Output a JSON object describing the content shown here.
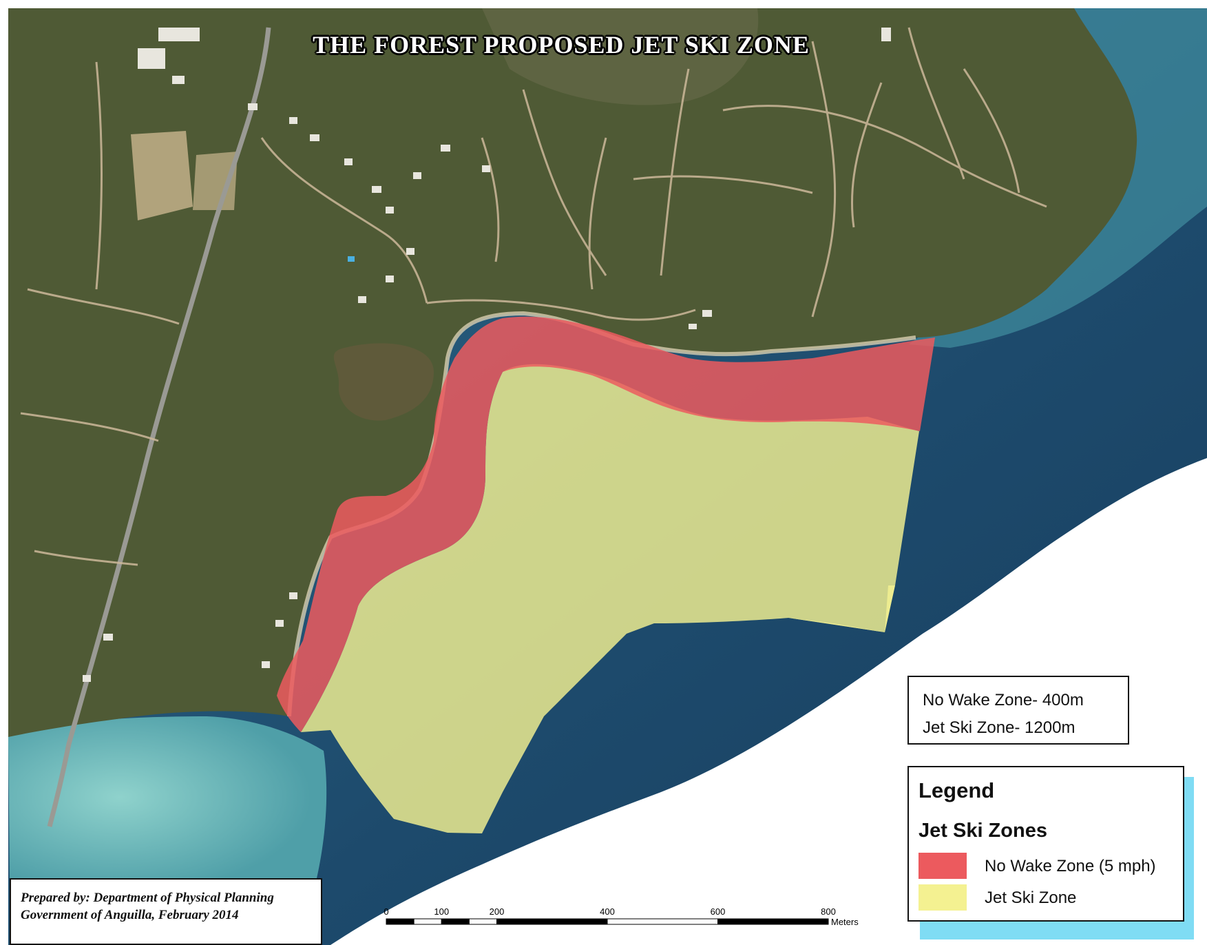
{
  "map": {
    "title": "THE FOREST  PROPOSED JET SKI ZONE"
  },
  "zone_info": {
    "lines": [
      "No Wake Zone- 400m",
      "Jet Ski Zone- 1200m"
    ]
  },
  "legend": {
    "title": "Legend",
    "subtitle": "Jet Ski Zones",
    "items": [
      {
        "label": "No Wake Zone (5 mph)",
        "color": "#ec5a5e"
      },
      {
        "label": "Jet Ski Zone",
        "color": "#f4f191"
      }
    ]
  },
  "scale_bar": {
    "ticks": [
      "0",
      "100",
      "200",
      "400",
      "600",
      "800"
    ],
    "tick_values": [
      0,
      100,
      200,
      400,
      600,
      800
    ],
    "unit": "Meters"
  },
  "credit": {
    "line1": "Prepared by: Department of Physical Planning",
    "line2": "Government of Anguilla, February 2014"
  },
  "colors": {
    "land": "#4f5a35",
    "sea_deep": "#1f4f74",
    "sea_shallow": "#5fb6b8",
    "no_wake_zone": "#ec5a5e",
    "jet_ski_zone": "#f4f191",
    "legend_shadow": "#7fdcf4"
  }
}
